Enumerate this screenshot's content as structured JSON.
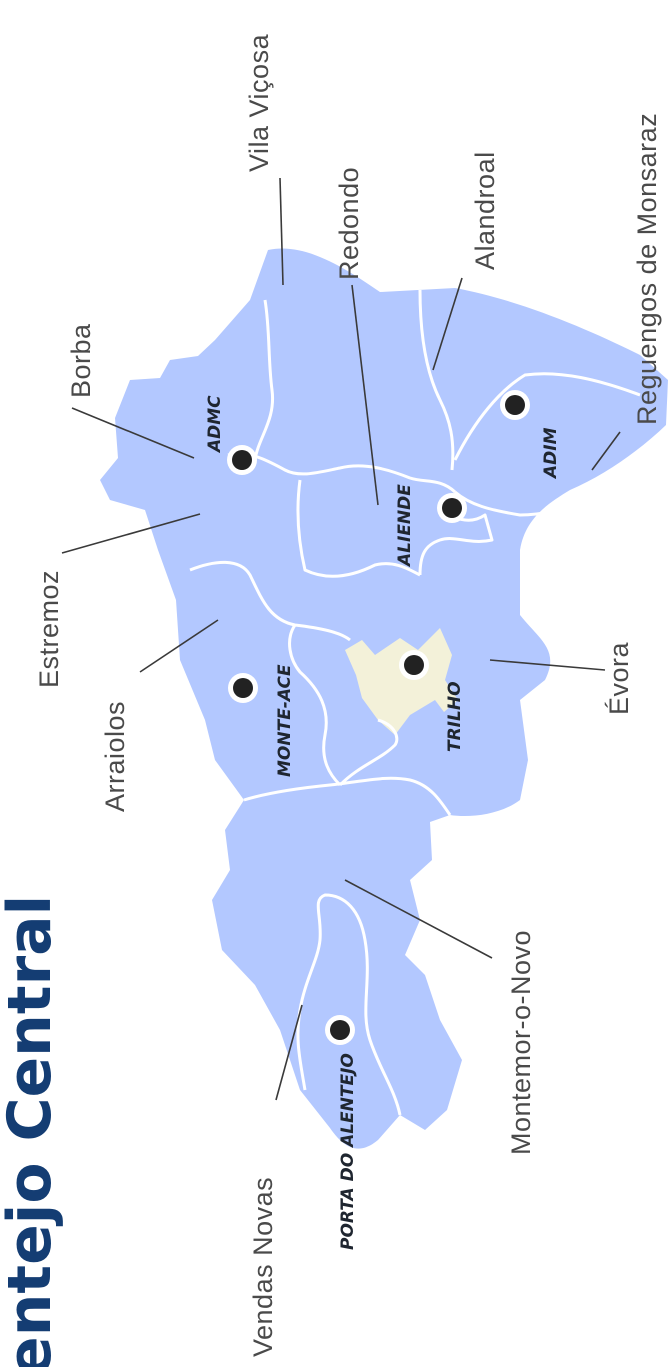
{
  "title": "entejo Central",
  "municipalities": {
    "vila_vicosa": "Vila Viçosa",
    "borba": "Borba",
    "redondo": "Redondo",
    "alandroal": "Alandroal",
    "reguengos": "Reguengos de Monsaraz",
    "estremoz": "Estremoz",
    "arraiolos": "Arraiolos",
    "evora": "Évora",
    "montemor": "Montemor-o-Novo",
    "vendas_novas": "Vendas Novas"
  },
  "associations": {
    "admc": "ADMC",
    "aliende": "ALIENDE",
    "adim": "ADIM",
    "monte_ace": "MONTE-ACE",
    "trilho": "TRILHO",
    "porta": "PORTA DO ALENTEJO"
  },
  "colors": {
    "region_fill": "#b3c8ff",
    "city_fill": "#f3f1d9",
    "border": "#ffffff",
    "title": "#143d73",
    "marker": "#222222"
  }
}
